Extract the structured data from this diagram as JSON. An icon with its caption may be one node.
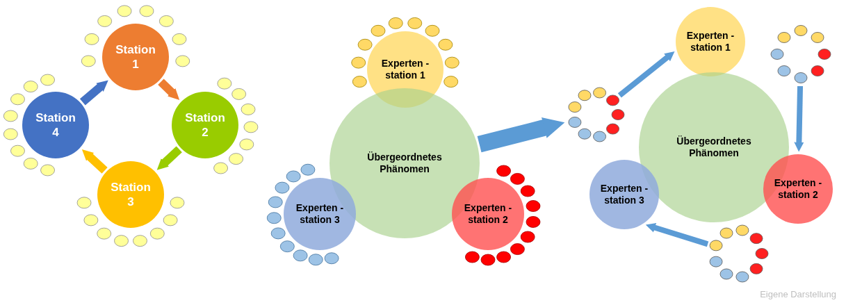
{
  "diagram": {
    "caption": "Eigene Darstellung",
    "nodes": [
      {
        "text": [
          "Station 1"
        ]
      },
      {
        "text": [
          "Station 4"
        ]
      },
      {
        "text": [
          "Station 2"
        ]
      },
      {
        "text": [
          "Station 3"
        ]
      },
      {
        "text": [
          "Experten -station 1"
        ]
      },
      {
        "text": [
          "Übergeordnetes Phänomen"
        ]
      },
      {
        "text": [
          "Experten -station 3"
        ]
      },
      {
        "text": [
          "Experten -station 2"
        ]
      },
      {
        "text": [],
        "shape": "ring"
      },
      {
        "text": [
          "Experten -station 1"
        ]
      },
      {
        "text": [],
        "shape": "ring"
      },
      {
        "text": [
          "Übergeordnetes Phänomen"
        ]
      },
      {
        "text": [
          "Experten -station 3"
        ]
      },
      {
        "text": [
          "Experten -station 2"
        ]
      },
      {
        "text": [],
        "shape": "ring"
      }
    ],
    "edges": [
      {
        "from": 0,
        "to": 2,
        "arrow": "to",
        "color": "#ed7d31"
      },
      {
        "from": 2,
        "to": 3,
        "arrow": "to",
        "color": "#99cc00"
      },
      {
        "from": 3,
        "to": 1,
        "arrow": "to",
        "color": "#ffc000"
      },
      {
        "from": 1,
        "to": 0,
        "arrow": "to",
        "color": "#4472c4"
      },
      {
        "from": 5,
        "to": 8,
        "arrow": "to",
        "style": "thick",
        "color": "#5b9bd5"
      },
      {
        "from": 8,
        "to": 9,
        "arrow": "to",
        "color": "#5b9bd5"
      },
      {
        "from": 10,
        "to": 13,
        "arrow": "to",
        "color": "#5b9bd5"
      },
      {
        "from": 14,
        "to": 12,
        "arrow": "to",
        "color": "#5b9bd5"
      }
    ]
  }
}
